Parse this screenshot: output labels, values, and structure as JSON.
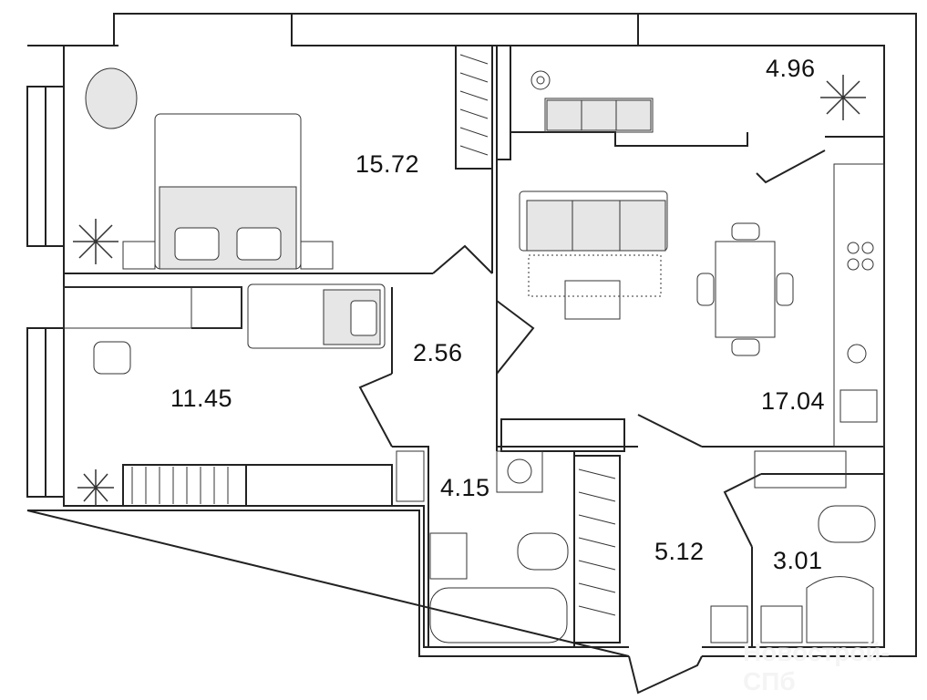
{
  "rooms": [
    {
      "name": "bedroom",
      "area": "15.72"
    },
    {
      "name": "balcony",
      "area": "4.96"
    },
    {
      "name": "hallway-small",
      "area": "2.56"
    },
    {
      "name": "bedroom-2",
      "area": "11.45"
    },
    {
      "name": "living-kitchen",
      "area": "17.04"
    },
    {
      "name": "bathroom",
      "area": "4.15"
    },
    {
      "name": "hallway",
      "area": "5.12"
    },
    {
      "name": "toilet",
      "area": "3.01"
    }
  ],
  "watermark": "Новострой-СПб",
  "colors": {
    "wall": "#222222",
    "furniture_fill": "#e6e6e6",
    "background": "#ffffff"
  }
}
